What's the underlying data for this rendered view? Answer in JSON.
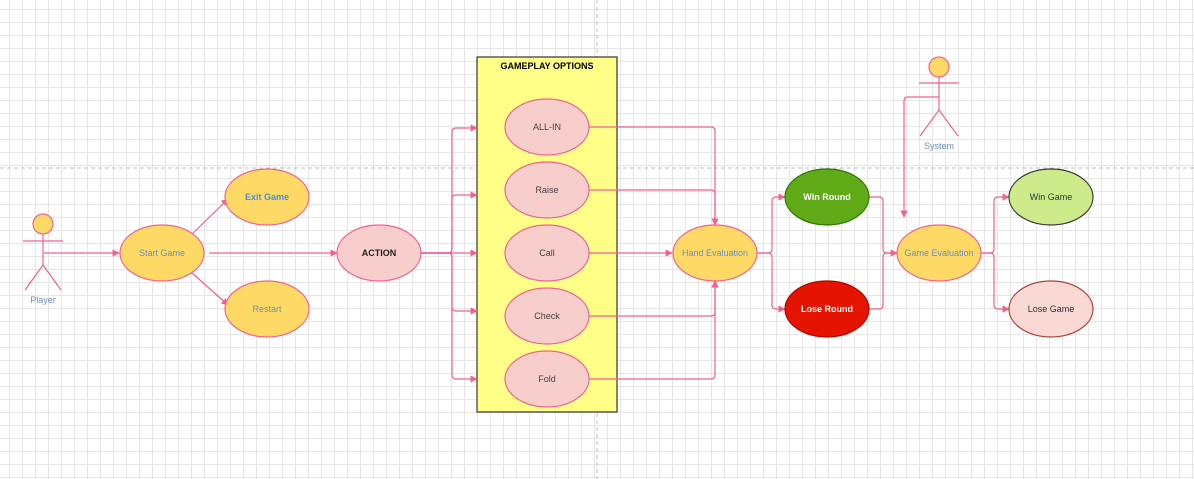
{
  "diagram": {
    "actors": {
      "player": "Player",
      "system": "System"
    },
    "usecases": {
      "start_game": "Start Game",
      "exit_game": "Exit Game",
      "restart": "Restart",
      "action": "ACTION",
      "all_in": "ALL-IN",
      "raise": "Raise",
      "call": "Call",
      "check": "Check",
      "fold": "Fold",
      "hand_evaluation": "Hand Evaluation",
      "win_round": "Win Round",
      "lose_round": "Lose Round",
      "game_evaluation": "Game Evaluation",
      "win_game": "Win Game",
      "lose_game": "Lose Game"
    },
    "boundary": {
      "title": "GAMEPLAY OPTIONS"
    },
    "colors": {
      "connector": "#f06292",
      "yellow_fill": "#ffd966",
      "pink_fill": "#f8cecc",
      "boundary_fill": "#ffff88",
      "win_round_fill": "#60a917",
      "lose_round_fill": "#e51400",
      "win_game_fill": "#cdeb8b",
      "lose_game_fill": "#fad9d5",
      "actor_label": "#6c8ebf"
    }
  }
}
